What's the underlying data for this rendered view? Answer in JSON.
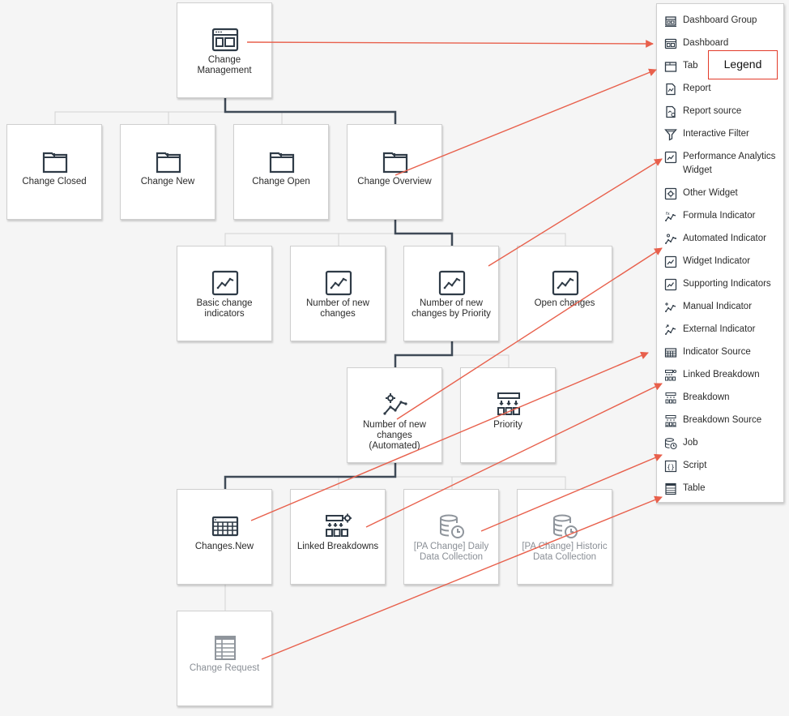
{
  "nodes": [
    {
      "id": "change-management",
      "label": "Change Management",
      "icon": "dashboard-icon"
    },
    {
      "id": "change-closed",
      "label": "Change Closed",
      "icon": "folder-tab-icon"
    },
    {
      "id": "change-new",
      "label": "Change New",
      "icon": "folder-tab-icon"
    },
    {
      "id": "change-open",
      "label": "Change Open",
      "icon": "folder-tab-icon"
    },
    {
      "id": "change-overview",
      "label": "Change Overview",
      "icon": "folder-tab-icon"
    },
    {
      "id": "basic-change-indicators",
      "label": "Basic change indicators",
      "icon": "trend-chart-icon"
    },
    {
      "id": "number-of-new-changes",
      "label": "Number of new changes",
      "icon": "trend-chart-icon"
    },
    {
      "id": "number-of-new-changes-by-priority",
      "label": "Number of new changes by Priority",
      "icon": "trend-chart-icon"
    },
    {
      "id": "open-changes",
      "label": "Open changes",
      "icon": "trend-chart-icon"
    },
    {
      "id": "number-of-new-changes-automated",
      "label": "Number of new changes (Automated)",
      "icon": "automated-indicator-icon"
    },
    {
      "id": "priority",
      "label": "Priority",
      "icon": "breakdown-icon"
    },
    {
      "id": "changes-new",
      "label": "Changes.New",
      "icon": "indicator-source-icon"
    },
    {
      "id": "linked-breakdowns",
      "label": "Linked Breakdowns",
      "icon": "linked-breakdown-icon"
    },
    {
      "id": "pa-change-daily",
      "label": "[PA Change] Daily Data Collection",
      "icon": "job-icon"
    },
    {
      "id": "pa-change-historic",
      "label": "[PA Change] Historic Data Collection",
      "icon": "job-icon"
    },
    {
      "id": "change-request",
      "label": "Change Request",
      "icon": "table-icon"
    }
  ],
  "legend": {
    "title": "Legend",
    "items": [
      {
        "label": "Dashboard Group",
        "icon": "dashboard-group-icon"
      },
      {
        "label": "Dashboard",
        "icon": "dashboard-icon"
      },
      {
        "label": "Tab",
        "icon": "tab-icon"
      },
      {
        "label": "Report",
        "icon": "report-icon"
      },
      {
        "label": "Report source",
        "icon": "report-source-icon"
      },
      {
        "label": "Interactive Filter",
        "icon": "filter-icon"
      },
      {
        "label": "Performance Analytics Widget",
        "icon": "pa-widget-icon"
      },
      {
        "label": "Other Widget",
        "icon": "other-widget-icon"
      },
      {
        "label": "Formula Indicator",
        "icon": "formula-indicator-icon"
      },
      {
        "label": "Automated Indicator",
        "icon": "automated-indicator-icon"
      },
      {
        "label": "Widget Indicator",
        "icon": "widget-indicator-icon"
      },
      {
        "label": "Supporting Indicators",
        "icon": "supporting-indicators-icon"
      },
      {
        "label": "Manual Indicator",
        "icon": "manual-indicator-icon"
      },
      {
        "label": "External Indicator",
        "icon": "external-indicator-icon"
      },
      {
        "label": "Indicator Source",
        "icon": "indicator-source-icon"
      },
      {
        "label": "Linked Breakdown",
        "icon": "linked-breakdown-icon"
      },
      {
        "label": "Breakdown",
        "icon": "breakdown-icon"
      },
      {
        "label": "Breakdown Source",
        "icon": "breakdown-source-icon"
      },
      {
        "label": "Job",
        "icon": "job-icon"
      },
      {
        "label": "Script",
        "icon": "script-icon"
      },
      {
        "label": "Table",
        "icon": "table-icon"
      }
    ]
  },
  "colors": {
    "tree_line_active": "#3f4a57",
    "tree_line_inactive": "#d2d2d2",
    "arrow": "#e8604c",
    "legend_box_border": "#e23b2a",
    "icon_stroke": "#2f3b47",
    "dim_label": "#8a8f96"
  }
}
